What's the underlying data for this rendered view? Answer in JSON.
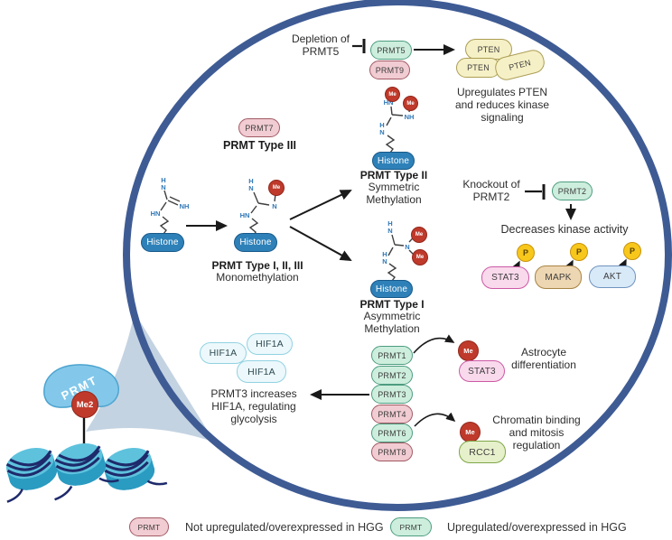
{
  "labels": {
    "me": "Me",
    "me2": "Me2",
    "p": "P",
    "histone": "Histone",
    "prmt": "PRMT"
  },
  "chem": {
    "hn": "HN",
    "nh": "NH",
    "n": "N",
    "h": "H"
  },
  "depletion": {
    "caption": "Depletion of\nPRMT5",
    "prmt5": "PRMT5",
    "prmt9": "PRMT9",
    "pten": "PTEN",
    "result": "Upregulates PTEN\nand reduces kinase\nsignaling"
  },
  "type3": {
    "prmt7": "PRMT7",
    "title": "PRMT Type III"
  },
  "mono": {
    "title": "PRMT Type I, II, III",
    "subtitle": "Monomethylation"
  },
  "type2": {
    "title": "PRMT Type II",
    "subtitle": "Symmetric\nMethylation"
  },
  "type1": {
    "title": "PRMT Type I",
    "subtitle": "Asymmetric\nMethylation"
  },
  "knockout": {
    "caption": "Knockout of\nPRMT2",
    "prmt2": "PRMT2",
    "result": "Decreases kinase activity",
    "kinases": [
      {
        "label": "STAT3"
      },
      {
        "label": "MAPK"
      },
      {
        "label": "AKT"
      }
    ]
  },
  "prmt_column": {
    "items": [
      {
        "label": "PRMT1",
        "status": "up"
      },
      {
        "label": "PRMT2",
        "status": "up"
      },
      {
        "label": "PRMT3",
        "status": "up"
      },
      {
        "label": "PRMT4",
        "status": "not"
      },
      {
        "label": "PRMT6",
        "status": "up"
      },
      {
        "label": "PRMT8",
        "status": "not"
      }
    ]
  },
  "hif": {
    "pill": "HIF1A",
    "caption": "PRMT3 increases\nHIF1A, regulating\nglycolysis"
  },
  "astrocyte": {
    "target": "STAT3",
    "caption": "Astrocyte\ndifferentiation"
  },
  "chromatin": {
    "target": "RCC1",
    "caption": "Chromatin binding\nand mitosis\nregulation"
  },
  "legend": {
    "not_up": {
      "pill": "PRMT",
      "text": "Not upregulated/overexpressed in HGG"
    },
    "up": {
      "pill": "PRMT",
      "text": "Upregulated/overexpressed in HGG"
    }
  },
  "colors": {
    "circle_border": "#3e5b94",
    "upregulated_fill": "#cdeedd",
    "upregulated_border": "#4d9c80",
    "not_upregulated_fill": "#f1ccd2",
    "not_upregulated_border": "#a15a64",
    "pten_fill": "#f6f0c6",
    "pten_border": "#ab9e55",
    "histone_fill": "#2e81b8",
    "methyl_fill": "#bf3a2b",
    "phospho_fill": "#f8c71c",
    "wedge_fill": "#c4d3e2",
    "nucleosome_top": "#5ec2dd",
    "nucleosome_side": "#2a9bc1",
    "dna": "#1e2a6b",
    "prmt_blob": "#83c8ea"
  }
}
